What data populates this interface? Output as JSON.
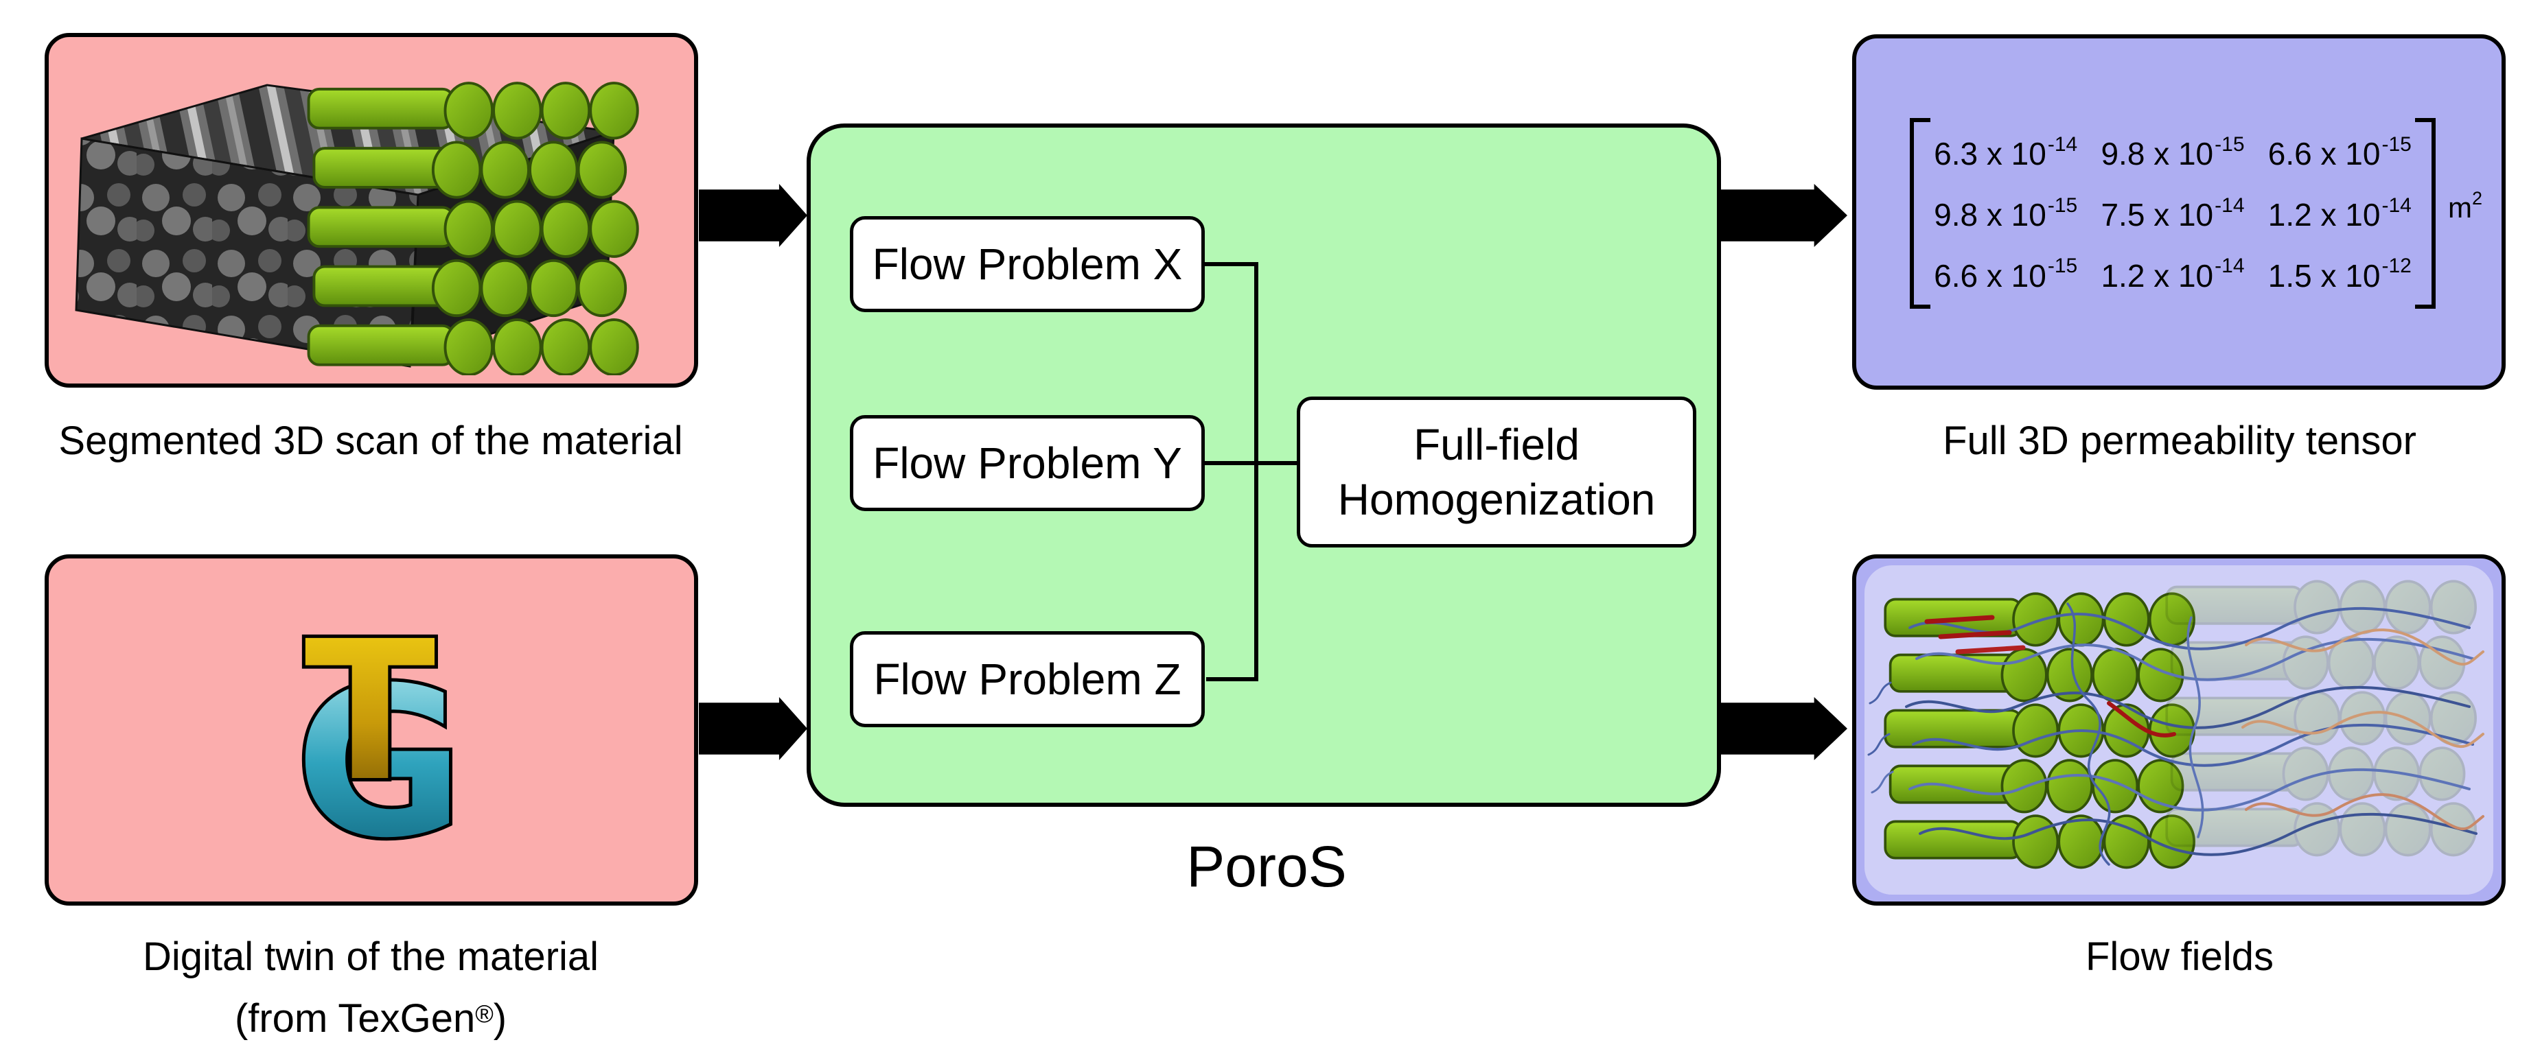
{
  "diagram_title": "PoroS",
  "inputs": {
    "scan": {
      "caption": "Segmented 3D scan of the material"
    },
    "twin": {
      "caption_line1": "Digital twin of the material",
      "caption_line2_pre": "(from TexGen",
      "caption_line2_reg": "®",
      "caption_line2_post": ")"
    }
  },
  "poros": {
    "label": "PoroS",
    "flow_problems": [
      "Flow Problem X",
      "Flow Problem Y",
      "Flow Problem Z"
    ],
    "homogenization": {
      "line1": "Full-field",
      "line2": "Homogenization"
    }
  },
  "outputs": {
    "tensor": {
      "caption": "Full 3D permeability tensor",
      "unit": {
        "base": "m",
        "exp": "2"
      },
      "matrix": {
        "rows": [
          {
            "cells": [
              {
                "base": "6.3 x 10",
                "exp": "-14"
              },
              {
                "base": "9.8 x 10",
                "exp": "-15"
              },
              {
                "base": "6.6 x 10",
                "exp": "-15"
              }
            ]
          },
          {
            "cells": [
              {
                "base": "9.8 x 10",
                "exp": "-15"
              },
              {
                "base": "7.5 x 10",
                "exp": "-14"
              },
              {
                "base": "1.2 x 10",
                "exp": "-14"
              }
            ]
          },
          {
            "cells": [
              {
                "base": "6.6 x 10",
                "exp": "-15"
              },
              {
                "base": "1.2 x 10",
                "exp": "-14"
              },
              {
                "base": "1.5 x 10",
                "exp": "-12"
              }
            ]
          }
        ]
      }
    },
    "flow": {
      "caption": "Flow fields"
    }
  },
  "colors": {
    "input_panel": "#fbadad",
    "process_panel": "#b4f8b4",
    "output_panel": "#aeaef2",
    "arrow": "#000000"
  }
}
